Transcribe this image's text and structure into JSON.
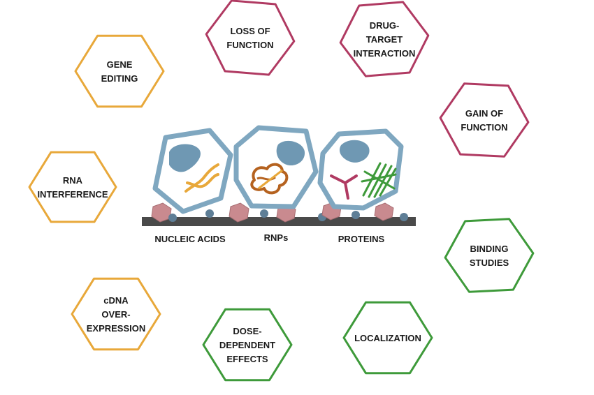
{
  "colors": {
    "orange": "#E8A83A",
    "maroon": "#B03A62",
    "green": "#3E9A3A",
    "cell_outline": "#7FA7C0",
    "nucleus": "#6F98B3",
    "surface": "#4A4A4A",
    "bead_pink": "#C98A8F",
    "bead_blue": "#5E7E96"
  },
  "nodes": [
    {
      "id": "gene-editing",
      "lines": [
        "GENE",
        "EDITING"
      ],
      "color": "orange"
    },
    {
      "id": "rna-interference",
      "lines": [
        "RNA",
        "INTERFERENCE"
      ],
      "color": "orange"
    },
    {
      "id": "cdna-overexpression",
      "lines": [
        "cDNA",
        "OVER-",
        "EXPRESSION"
      ],
      "color": "orange"
    },
    {
      "id": "loss-of-function",
      "lines": [
        "LOSS OF",
        "FUNCTION"
      ],
      "color": "maroon"
    },
    {
      "id": "drug-target-interaction",
      "lines": [
        "DRUG-",
        "TARGET",
        "INTERACTION"
      ],
      "color": "maroon"
    },
    {
      "id": "gain-of-function",
      "lines": [
        "GAIN OF",
        "FUNCTION"
      ],
      "color": "maroon"
    },
    {
      "id": "binding-studies",
      "lines": [
        "BINDING",
        "STUDIES"
      ],
      "color": "green"
    },
    {
      "id": "localization",
      "lines": [
        "LOCALIZATION"
      ],
      "color": "green"
    },
    {
      "id": "dose-dependent-effects",
      "lines": [
        "DOSE-",
        "DEPENDENT",
        "EFFECTS"
      ],
      "color": "green"
    }
  ],
  "substrates": [
    {
      "id": "nucleic-acids",
      "label": "NUCLEIC ACIDS"
    },
    {
      "id": "rnps",
      "label": "RNPs"
    },
    {
      "id": "proteins",
      "label": "PROTEINS"
    }
  ]
}
